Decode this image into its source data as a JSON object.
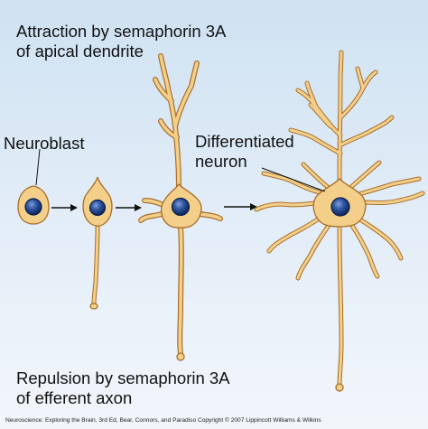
{
  "labels": {
    "top": [
      "Attraction by semaphorin 3A",
      "of apical dendrite"
    ],
    "bottom": [
      "Repulsion by semaphorin 3A",
      "of efferent axon"
    ],
    "neuroblast": "Neuroblast",
    "differentiated": [
      "Differentiated",
      "neuron"
    ]
  },
  "credit": "Neuroscience: Exploring the Brain, 3rd Ed, Bear, Connors, and Paradiso Copyright © 2007 Lippincott Williams & Wilkins",
  "colors": {
    "background_top": "#cfe2f2",
    "cell_fill": "#f3cf8a",
    "cell_outline": "#a86e2a",
    "nucleus": "#2a4f99"
  }
}
